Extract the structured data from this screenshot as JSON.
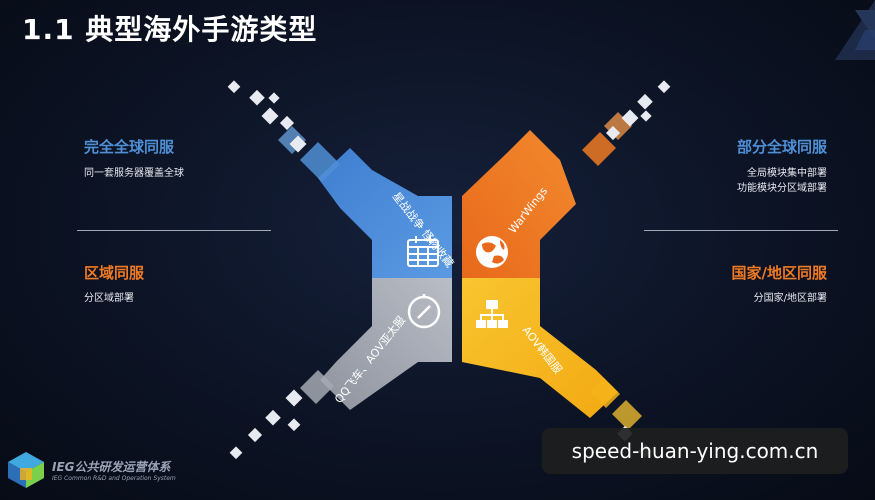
{
  "title": "1.1 典型海外手游类型",
  "quadrants": [
    {
      "id": "tl",
      "arrow_label": "星战战争 怪物收藏",
      "icon": "calendar-icon",
      "color": "#4f8fd6"
    },
    {
      "id": "tr",
      "arrow_label": "WarWings",
      "icon": "globe-icon",
      "color": "#f07a24"
    },
    {
      "id": "bl",
      "arrow_label": "QQ飞车、AOV亚太服",
      "icon": "compass-icon",
      "color": "#a5a9b3"
    },
    {
      "id": "br",
      "arrow_label": "AOV韩国服",
      "icon": "network-icon",
      "color": "#f6b41a"
    }
  ],
  "left": {
    "top": {
      "title": "完全全球同服",
      "desc": "同一套服务器覆盖全球",
      "color": "#4f8fd6"
    },
    "bottom": {
      "title": "区域同服",
      "desc": "分区域部署",
      "color": "#f07a24"
    }
  },
  "right": {
    "top": {
      "title": "部分全球同服",
      "desc1": "全局模块集中部署",
      "desc2": "功能模块分区域部署",
      "color": "#4f8fd6"
    },
    "bottom": {
      "title": "国家/地区同服",
      "desc": "分国家/地区部署",
      "color": "#f07a24"
    }
  },
  "logo": {
    "main": "IEG公共研发运营体系",
    "sub": "IEG Common R&D and Operation System"
  },
  "watermark": "speed-huan-ying.com.cn"
}
